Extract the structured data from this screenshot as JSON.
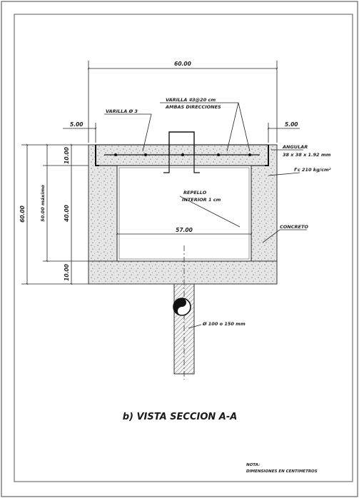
{
  "dimensions": {
    "top_width": "60.00",
    "left_offset": "5.00",
    "right_offset": "5.00",
    "total_height": "60.00",
    "usable_height": "50.00 máximo",
    "slab_thickness": "10.00",
    "inner_height": "40.00",
    "base_thickness": "10.00",
    "inner_width": "57.00"
  },
  "labels": {
    "rebar_grid": "VARILLA #3@20 cm",
    "rebar_grid_2": "AMBAS DIRECCIONES",
    "rebar_handle": "VARILLA Ø 3",
    "angle": "ANGULAR",
    "angle_size": "38 x 38 x 1.92 mm",
    "concrete_strength": "f'c 210 kg/cm²",
    "plaster": "REPELLO",
    "plaster_2": "INTERIOR 1 cm",
    "concrete": "CONCRETO",
    "pipe": "Ø 100 o 150 mm"
  },
  "title": "b) VISTA SECCION A-A",
  "note": {
    "heading": "NOTA:",
    "text": "DIMENSIONES EN CENTIMETROS"
  }
}
